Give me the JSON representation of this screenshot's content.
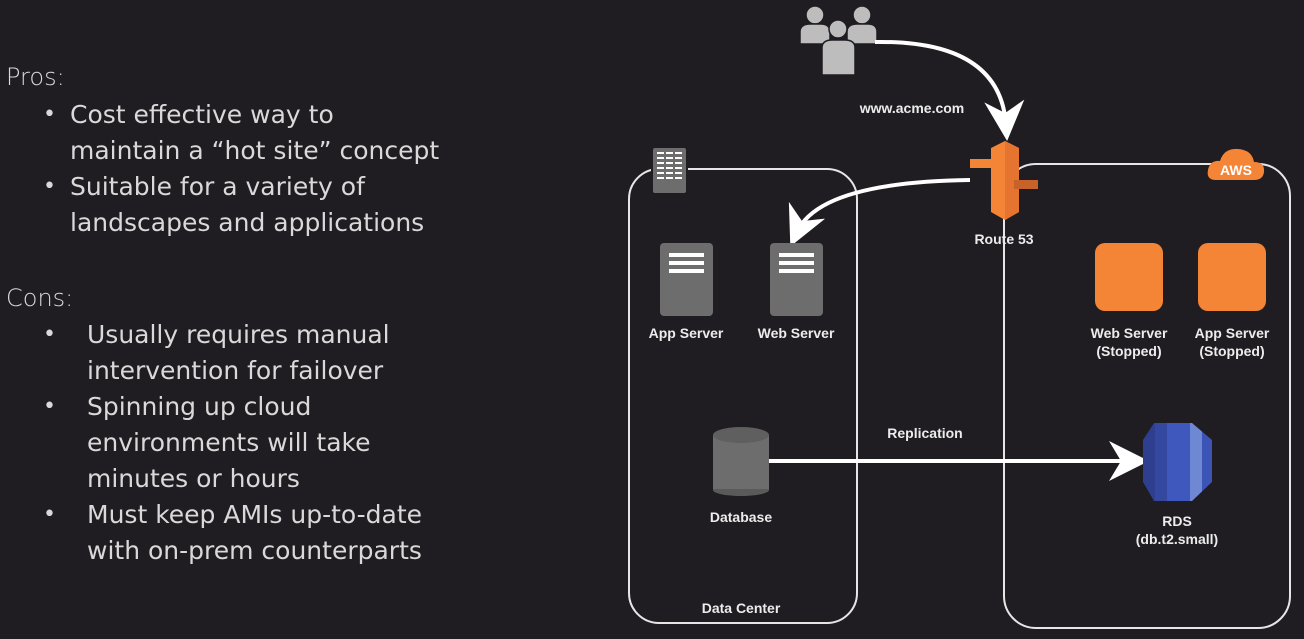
{
  "slide": {
    "pros": {
      "title": "Pros:",
      "items": [
        {
          "lines": [
            "Cost effective way to",
            "maintain a “hot site” concept"
          ]
        },
        {
          "lines": [
            "Suitable for a variety of",
            "landscapes and applications"
          ]
        }
      ]
    },
    "cons": {
      "title": "Cons:",
      "items": [
        {
          "lines": [
            "Usually requires manual",
            "intervention for failover"
          ]
        },
        {
          "lines": [
            "Spinning up cloud",
            "environments will take",
            "minutes or hours"
          ]
        },
        {
          "lines": [
            "Must keep AMIs up-to-date",
            "with on-prem counterparts"
          ]
        }
      ]
    },
    "bullet_glyph": "•"
  },
  "diagram": {
    "users": {
      "icon": "users-group-icon",
      "request_label": "www.acme.com"
    },
    "route53": {
      "icon": "route53-icon",
      "label": "Route 53"
    },
    "data_center": {
      "label": "Data Center",
      "icon": "building-icon",
      "app_server": {
        "label": "App Server",
        "icon": "server-icon"
      },
      "web_server": {
        "label": "Web Server",
        "icon": "server-icon"
      },
      "database": {
        "label": "Database",
        "icon": "database-icon"
      }
    },
    "aws": {
      "badge": "AWS",
      "web_server": {
        "label": "Web Server",
        "status": "(Stopped)",
        "icon": "ec2-instance-icon"
      },
      "app_server": {
        "label": "App Server",
        "status": "(Stopped)",
        "icon": "ec2-instance-icon"
      },
      "rds": {
        "label": "RDS",
        "instance_type": "(db.t2.small)",
        "icon": "rds-icon"
      }
    },
    "replication_label": "Replication",
    "colors": {
      "background": "#1f1d21",
      "aws_orange": "#f58536",
      "aws_orange_dark": "#c7622a",
      "rds_blue": "#3b54b5",
      "gray_icon": "#6d6d6d",
      "line": "#ffffff"
    }
  }
}
